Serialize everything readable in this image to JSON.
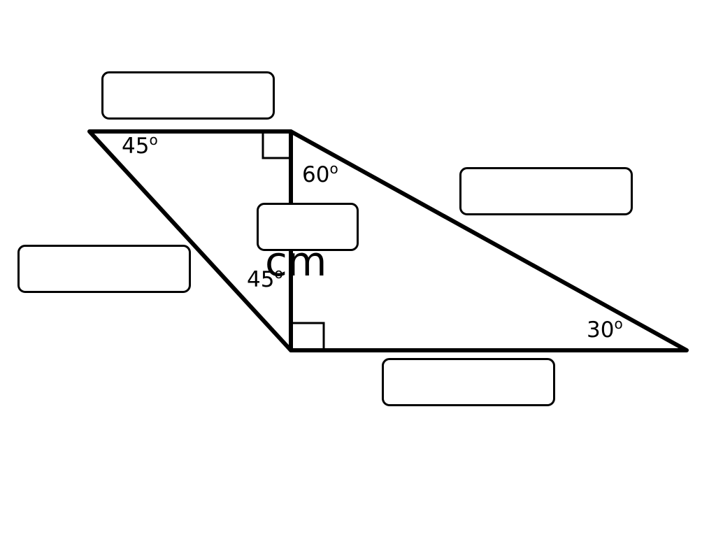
{
  "angles": {
    "top_left": {
      "value": "45",
      "unit": "o"
    },
    "middle_left": {
      "value": "45",
      "unit": "o"
    },
    "top_right_triangle": {
      "value": "60",
      "unit": "o"
    },
    "bottom_right": {
      "value": "30",
      "unit": "o"
    }
  },
  "unit_label": "cm",
  "answer_boxes": [
    "",
    "",
    "",
    "",
    ""
  ],
  "colors": {
    "stroke": "#000000",
    "background": "#ffffff"
  }
}
